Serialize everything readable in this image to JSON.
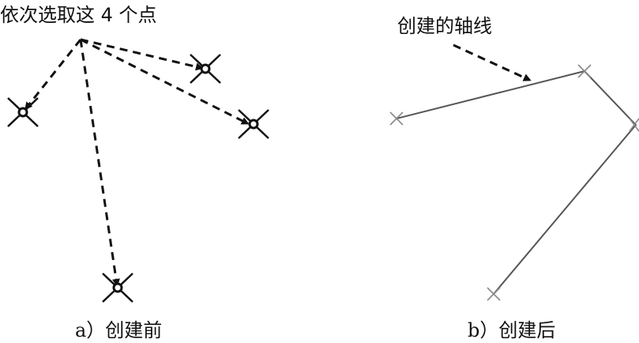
{
  "panel_a": {
    "annotation": "依次选取这 4 个点",
    "caption": "a）创建前"
  },
  "panel_b": {
    "annotation": "创建的轴线",
    "caption": "b）创建后"
  },
  "colors": {
    "ink": "#111111",
    "line": "#555555",
    "marker": "#888888"
  }
}
